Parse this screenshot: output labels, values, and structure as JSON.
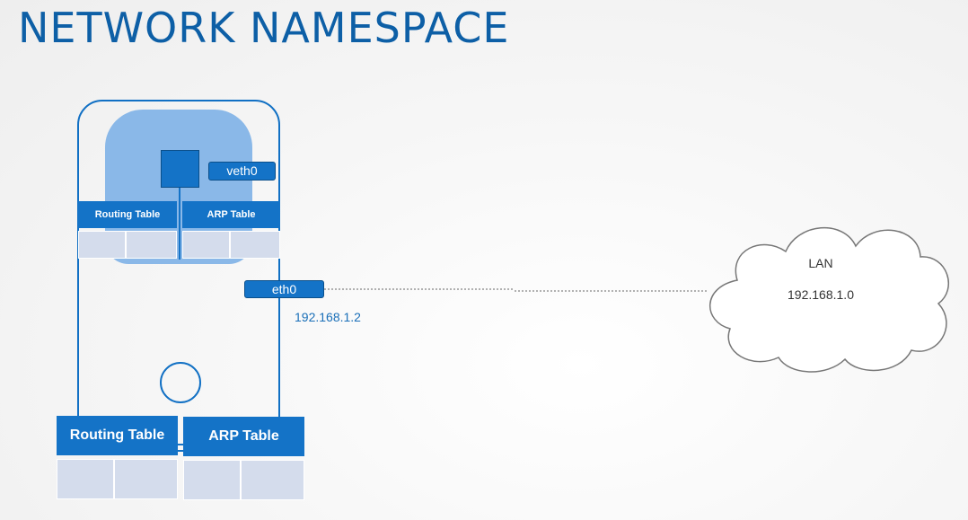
{
  "title": "NETWORK NAMESPACE",
  "namespace": {
    "interface_label": "veth0",
    "routing_table": {
      "title": "Routing Table",
      "cells": [
        "",
        ""
      ]
    },
    "arp_table": {
      "title": "ARP Table",
      "cells": [
        "",
        ""
      ]
    }
  },
  "host": {
    "interface_label": "eth0",
    "ip": "192.168.1.2",
    "routing_table": {
      "title": "Routing Table",
      "cells": [
        "",
        ""
      ]
    },
    "arp_table": {
      "title": "ARP Table",
      "cells": [
        "",
        ""
      ]
    }
  },
  "lan": {
    "name": "LAN",
    "subnet": "192.168.1.0"
  },
  "colors": {
    "title": "#0d5fa6",
    "accent": "#1473c7",
    "namespace_fill": "#8ab8e8",
    "table_cell": "#d4dcec",
    "ip_text": "#1a6fb8"
  }
}
